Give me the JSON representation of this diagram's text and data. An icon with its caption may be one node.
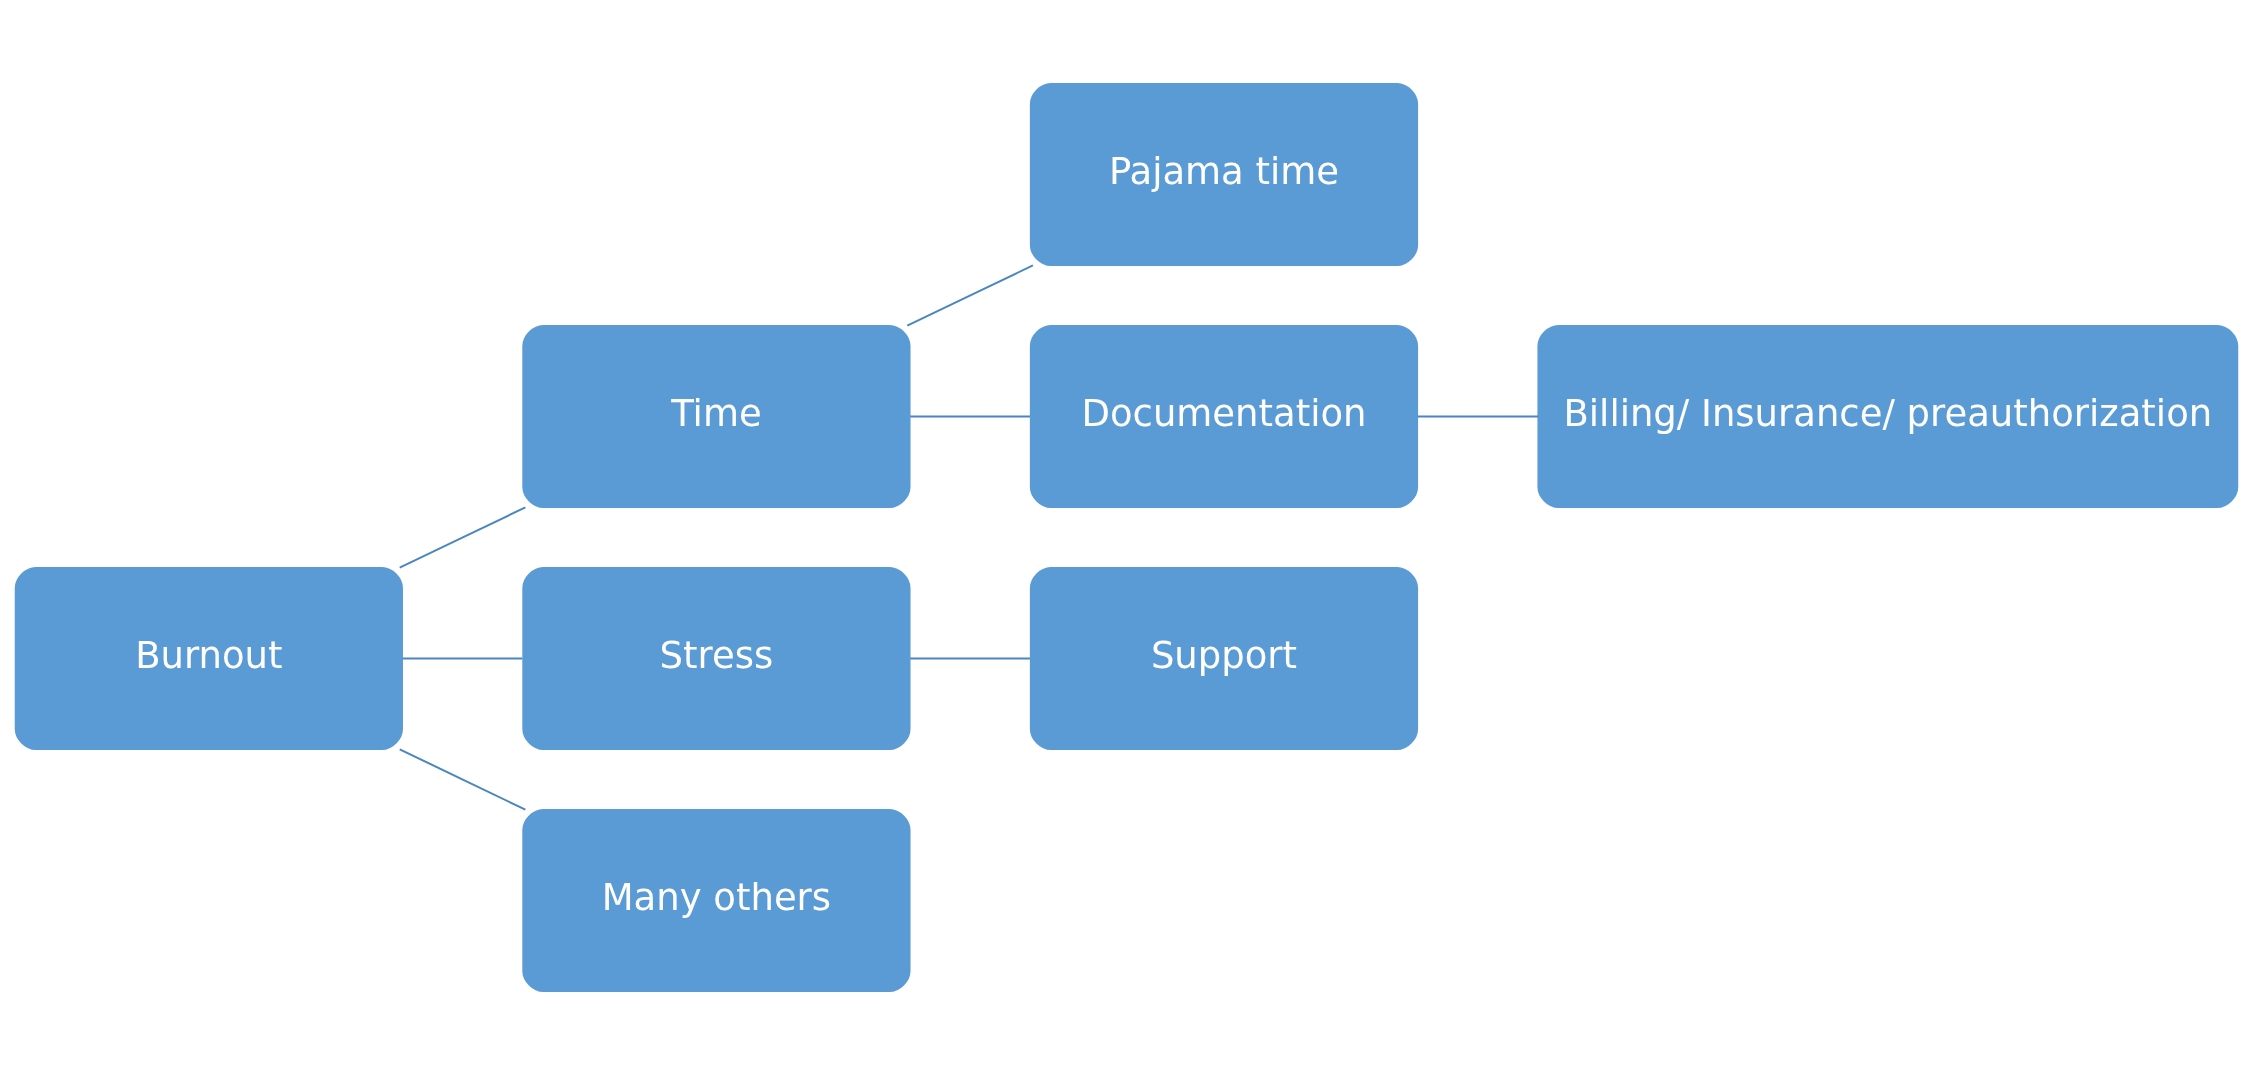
{
  "diagram": {
    "nodes": [
      {
        "text": [
          "Burnout"
        ]
      },
      {
        "text": [
          "Time"
        ]
      },
      {
        "text": [
          "Stress"
        ]
      },
      {
        "text": [
          "Many others"
        ]
      },
      {
        "text": [
          "Pajama time"
        ]
      },
      {
        "text": [
          "Documentation"
        ]
      },
      {
        "text": [
          "Billing/ Insurance/ preauthorization"
        ]
      },
      {
        "text": [
          "Support"
        ]
      }
    ],
    "edges": [
      {
        "from": 0,
        "to": 1,
        "arrow": "none"
      },
      {
        "from": 0,
        "to": 2,
        "arrow": "none"
      },
      {
        "from": 0,
        "to": 3,
        "arrow": "none"
      },
      {
        "from": 1,
        "to": 4,
        "arrow": "none"
      },
      {
        "from": 1,
        "to": 5,
        "arrow": "none"
      },
      {
        "from": 5,
        "to": 6,
        "arrow": "none"
      },
      {
        "from": 2,
        "to": 7,
        "arrow": "none"
      }
    ]
  }
}
